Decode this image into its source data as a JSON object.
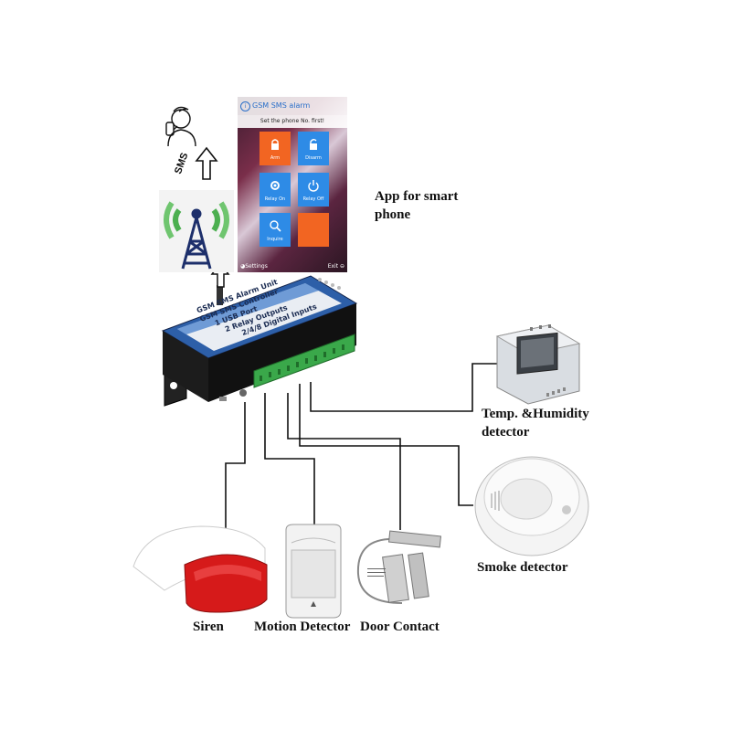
{
  "phone_app": {
    "app_title": "GSM SMS alarm",
    "subtitle": "Set the phone No. first!",
    "tiles": [
      {
        "label": "Arm",
        "color": "#f26522",
        "icon": "lock-closed-icon"
      },
      {
        "label": "Disarm",
        "color": "#2e8be6",
        "icon": "lock-open-icon"
      },
      {
        "label": "Relay On",
        "color": "#2e8be6",
        "icon": "gear-icon"
      },
      {
        "label": "Relay Off",
        "color": "#2e8be6",
        "icon": "power-icon"
      },
      {
        "label": "Inquire",
        "color": "#2e8be6",
        "icon": "search-icon"
      },
      {
        "label": "",
        "color": "#f26522",
        "icon": ""
      }
    ],
    "settings_label": "Settings",
    "exit_label": "Exit"
  },
  "sms_label": "SMS",
  "app_caption": "App for smart\nphone",
  "device": {
    "line1": "GSM SMS Alarm Unit",
    "line2": "GSM SMS Controller",
    "line3": "1 USB Port",
    "line4": "2 Relay Outputs",
    "line5": "2/4/8 Digital Inputs"
  },
  "labels": {
    "temp": "Temp. &Humidity\ndetector",
    "smoke": "Smoke detector",
    "siren": "Siren",
    "motion": "Motion Detector",
    "door": "Door Contact"
  },
  "colors": {
    "orange": "#f26522",
    "blue": "#2e8be6",
    "terminal_green": "#3aa84a",
    "siren_red": "#d61a1a",
    "signal_green": "#4caf50"
  }
}
